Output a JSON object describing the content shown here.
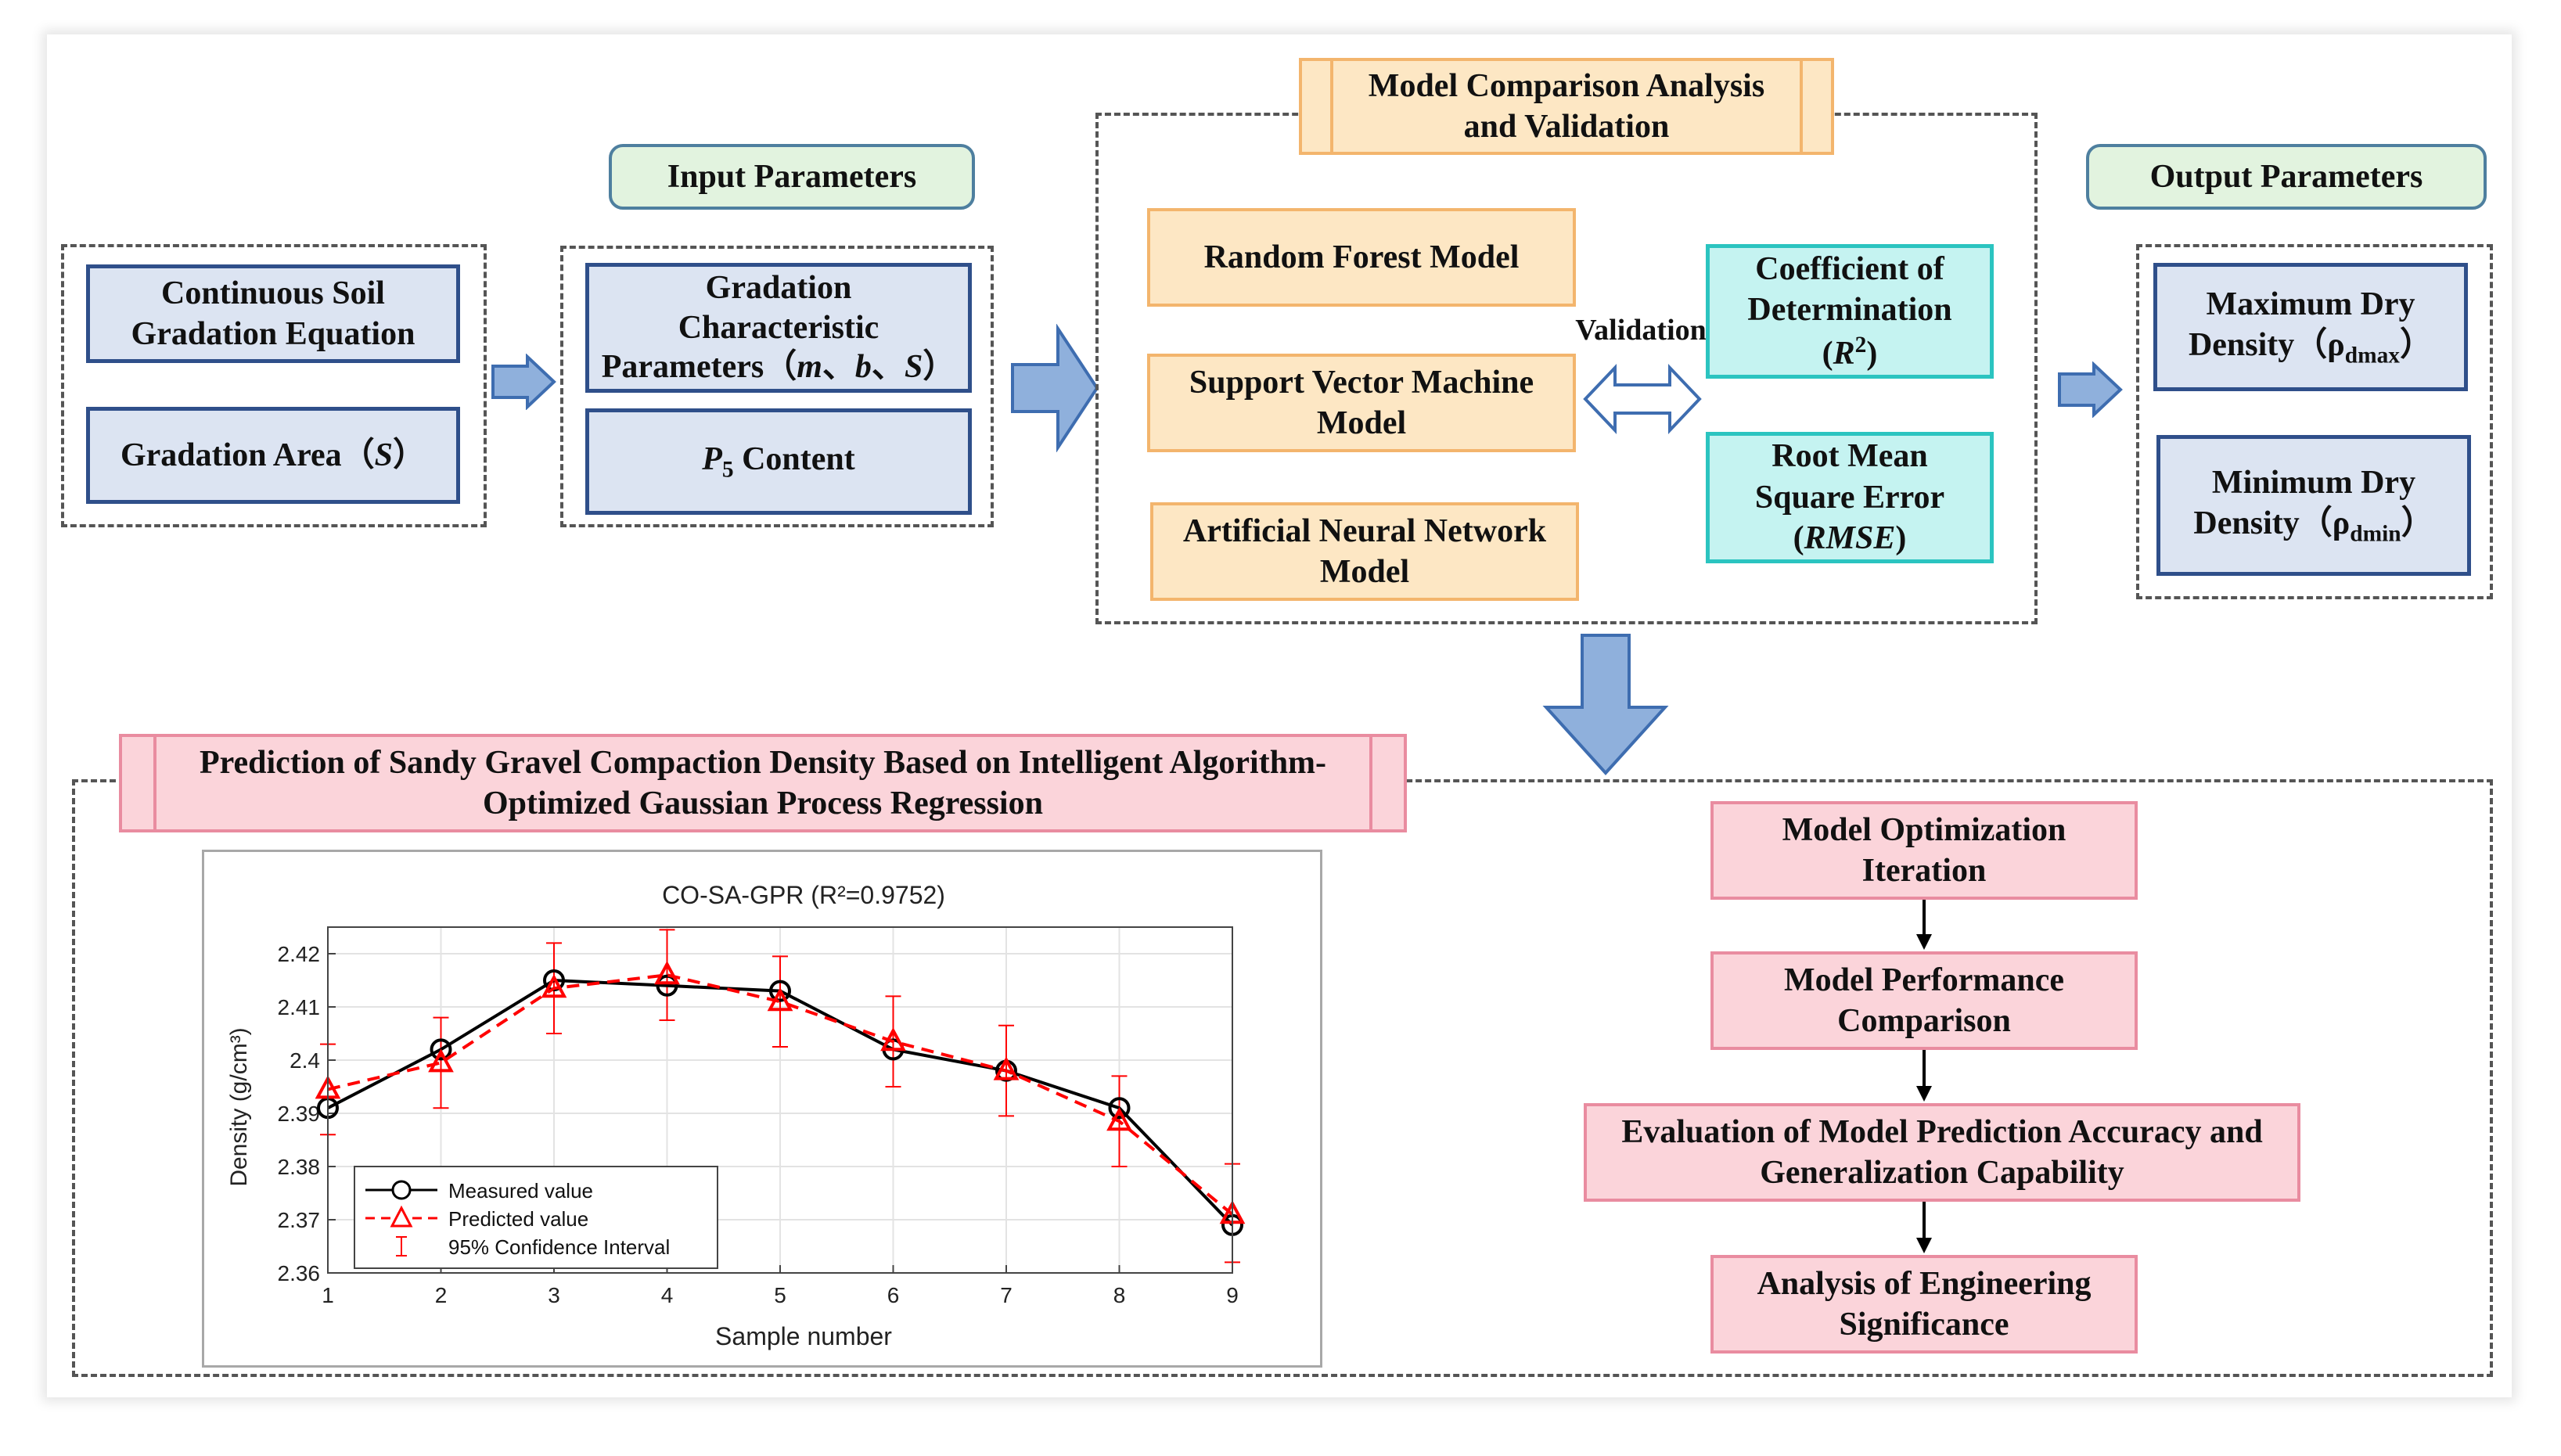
{
  "input_section": {
    "title": "Input Parameters"
  },
  "left_group": {
    "equation_box": "Continuous Soil Gradation Equation",
    "area_box_prefix": "Gradation Area（",
    "area_box_var": "S",
    "area_box_suffix": "）"
  },
  "input_group": {
    "gcp_line1": "Gradation",
    "gcp_line2": "Characteristic",
    "gcp_line3_prefix": "Parameters（",
    "gcp_m": "m",
    "gcp_sep1": "、",
    "gcp_b": "b",
    "gcp_sep2": "、",
    "gcp_s": "S",
    "gcp_suffix": "）",
    "p5_var": "P",
    "p5_sub": "5",
    "p5_suffix": " Content"
  },
  "comparison": {
    "title": "Model Comparison Analysis and Validation",
    "rf": "Random Forest Model",
    "svm": "Support Vector Machine Model",
    "ann": "Artificial Neural Network Model",
    "validation_label": "Validation",
    "cod_line": "Coefficient of Determination",
    "cod_var": "R",
    "cod_sup": "2",
    "rmse_line": "Root Mean Square Error",
    "rmse_var": "RMSE"
  },
  "output_section": {
    "title": "Output Parameters",
    "max_text": "Maximum Dry Density（",
    "max_sym": "ρ",
    "max_sub": "dmax",
    "min_text": "Minimum Dry Density（",
    "min_sym": "ρ",
    "min_sub": "dmin",
    "close": "）"
  },
  "prediction": {
    "title": "Prediction of Sandy Gravel Compaction Density Based on Intelligent Algorithm-Optimized Gaussian Process Regression",
    "flow": [
      "Model Optimization Iteration",
      "Model Performance Comparison",
      "Evaluation of Model Prediction Accuracy and Generalization Capability",
      "Analysis of Engineering Significance"
    ]
  },
  "colors": {
    "blue_fill": "#dce4f2",
    "blue_border": "#2f4f8a",
    "teal_fill": "#c5f3f1",
    "orange_fill": "#fde7c4",
    "pink_fill": "#fbd4da",
    "green_fill": "#e2f3df",
    "arrow_fill": "#8fb0dc",
    "arrow_stroke": "#3e6db0"
  },
  "chart_data": {
    "type": "line",
    "title": "CO-SA-GPR (R²=0.9752)",
    "xlabel": "Sample number",
    "ylabel": "Density (g/cm³)",
    "x": [
      1,
      2,
      3,
      4,
      5,
      6,
      7,
      8,
      9
    ],
    "xlim": [
      1,
      9
    ],
    "ylim": [
      2.36,
      2.425
    ],
    "yticks": [
      2.36,
      2.37,
      2.38,
      2.39,
      2.4,
      2.41,
      2.42
    ],
    "ytick_labels": [
      "2.36",
      "2.37",
      "2.38",
      "2.39",
      "2.4",
      "2.41",
      "2.42"
    ],
    "xtick_labels": [
      "1",
      "2",
      "3",
      "4",
      "5",
      "6",
      "7",
      "8",
      "9"
    ],
    "grid": true,
    "legend_position": "bottom-left",
    "series": [
      {
        "name": "Measured value",
        "values": [
          2.391,
          2.402,
          2.415,
          2.414,
          2.413,
          2.402,
          2.398,
          2.391,
          2.369
        ],
        "color": "#000000",
        "marker": "circle",
        "line": "solid"
      },
      {
        "name": "Predicted value",
        "values": [
          2.3945,
          2.3995,
          2.4135,
          2.416,
          2.411,
          2.4035,
          2.398,
          2.3885,
          2.371
        ],
        "color": "#ff0000",
        "marker": "triangle",
        "line": "dashed"
      }
    ],
    "confidence_interval": {
      "name": "95% Confidence Interval",
      "lower": [
        2.386,
        2.391,
        2.405,
        2.4075,
        2.4025,
        2.395,
        2.3895,
        2.38,
        2.362
      ],
      "upper": [
        2.403,
        2.408,
        2.422,
        2.4245,
        2.4195,
        2.412,
        2.4065,
        2.397,
        2.3805
      ],
      "color": "#ff0000"
    }
  }
}
